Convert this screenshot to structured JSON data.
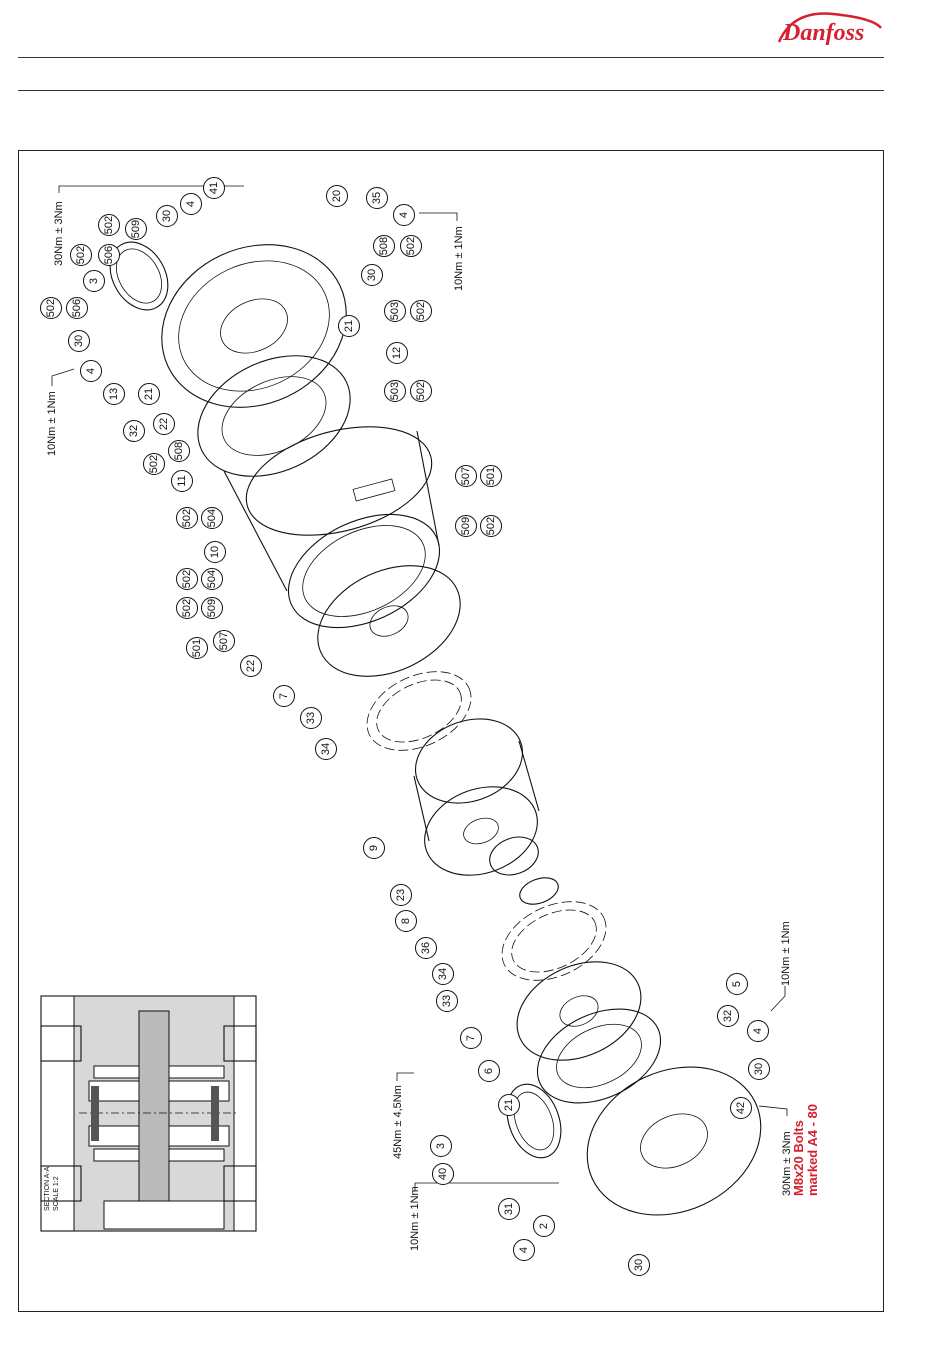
{
  "brand": {
    "name": "Danfoss",
    "color": "#d5202f"
  },
  "section": {
    "title": "SECTION A-A",
    "scale": "SCALE 1:2"
  },
  "torques": {
    "t30_top": "30Nm ± 3Nm",
    "t10_left": "10Nm ± 1Nm",
    "t10_top_right": "10Nm ± 1Nm",
    "t45": "45Nm ± 4,5Nm",
    "t10_bottom_left": "10Nm ± 1Nm",
    "t10_bottom_right": "10Nm ± 1Nm",
    "t30_bottom": "30Nm ± 3Nm"
  },
  "bolts_note": {
    "line1": "M8x20 Bolts",
    "line2": "marked A4 - 80"
  },
  "balloons": {
    "b1": "41",
    "b2": "4",
    "b3": "30",
    "b4": "20",
    "b5": "35",
    "b6": "4",
    "b7": "502",
    "b8": "509",
    "b9": "502",
    "b10": "506",
    "b11": "3",
    "b12": "508",
    "b13": "502",
    "b14": "30",
    "b15": "503",
    "b16": "502",
    "b17": "21",
    "b18": "12",
    "b19": "502",
    "b20": "506",
    "b21": "30",
    "b22": "4",
    "b23": "13",
    "b24": "21",
    "b25": "32",
    "b26": "22",
    "b27": "503",
    "b28": "502",
    "b29": "502",
    "b30": "508",
    "b31": "11",
    "b32": "507",
    "b33": "501",
    "b34": "502",
    "b35": "504",
    "b36": "509",
    "b37": "502",
    "b38": "10",
    "b39": "502",
    "b40": "504",
    "b41": "502",
    "b42": "509",
    "b43": "501",
    "b44": "507",
    "b45": "22",
    "b46": "7",
    "b47": "33",
    "b48": "34",
    "b49": "9",
    "b50": "23",
    "b51": "8",
    "b52": "36",
    "b53": "34",
    "b54": "33",
    "b55": "7",
    "b56": "5",
    "b57": "6",
    "b58": "32",
    "b59": "4",
    "b60": "21",
    "b61": "30",
    "b62": "42",
    "b63": "3",
    "b64": "40",
    "b65": "31",
    "b66": "2",
    "b67": "4",
    "b68": "30"
  }
}
